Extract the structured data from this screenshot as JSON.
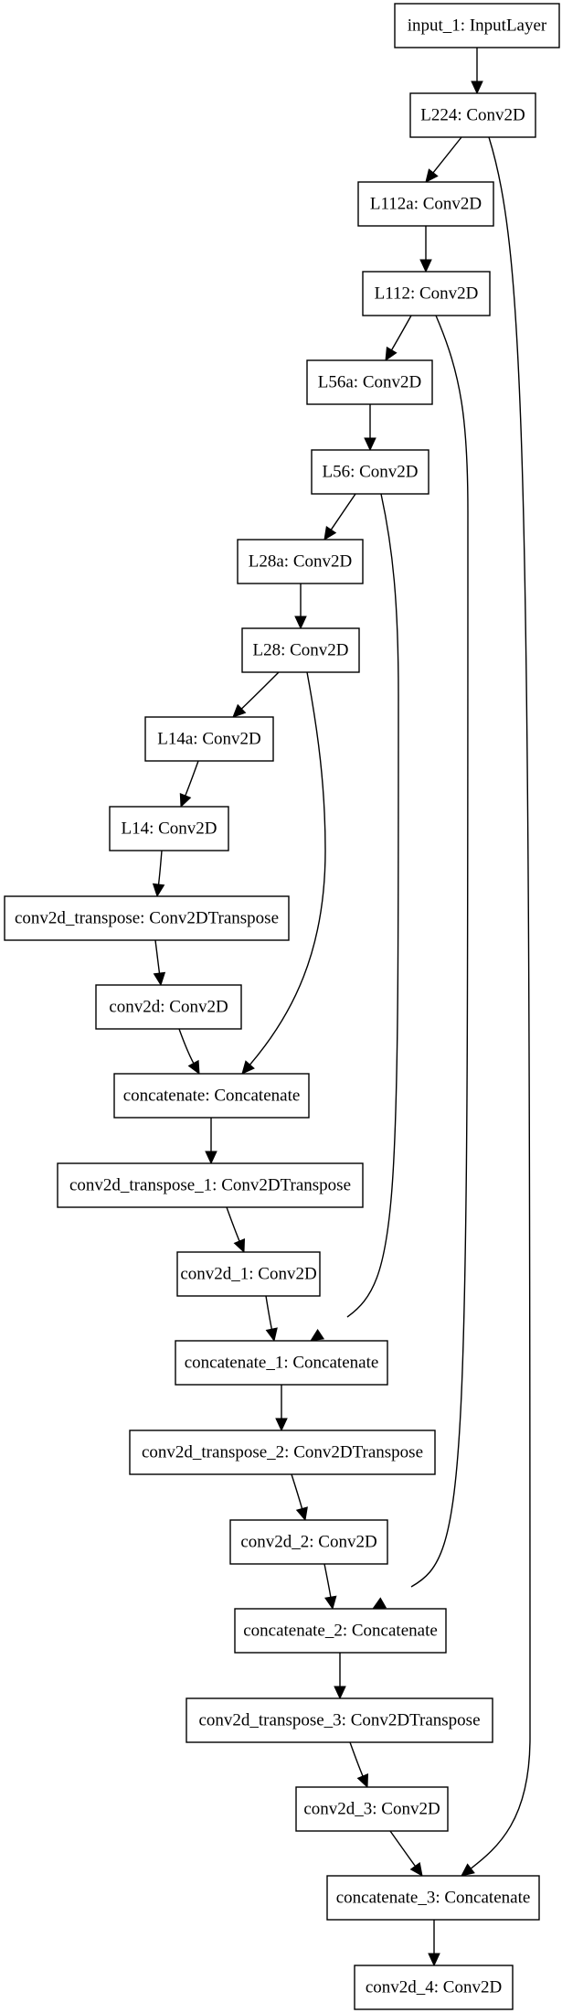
{
  "nodes": [
    {
      "id": "input_1",
      "label": "input_1: InputLayer"
    },
    {
      "id": "L224",
      "label": "L224: Conv2D"
    },
    {
      "id": "L112a",
      "label": "L112a: Conv2D"
    },
    {
      "id": "L112",
      "label": "L112: Conv2D"
    },
    {
      "id": "L56a",
      "label": "L56a: Conv2D"
    },
    {
      "id": "L56",
      "label": "L56: Conv2D"
    },
    {
      "id": "L28a",
      "label": "L28a: Conv2D"
    },
    {
      "id": "L28",
      "label": "L28: Conv2D"
    },
    {
      "id": "L14a",
      "label": "L14a: Conv2D"
    },
    {
      "id": "L14",
      "label": "L14: Conv2D"
    },
    {
      "id": "conv2d_transpose",
      "label": "conv2d_transpose: Conv2DTranspose"
    },
    {
      "id": "conv2d",
      "label": "conv2d: Conv2D"
    },
    {
      "id": "concatenate",
      "label": "concatenate: Concatenate"
    },
    {
      "id": "conv2d_transpose_1",
      "label": "conv2d_transpose_1: Conv2DTranspose"
    },
    {
      "id": "conv2d_1",
      "label": "conv2d_1: Conv2D"
    },
    {
      "id": "concatenate_1",
      "label": "concatenate_1: Concatenate"
    },
    {
      "id": "conv2d_transpose_2",
      "label": "conv2d_transpose_2: Conv2DTranspose"
    },
    {
      "id": "conv2d_2",
      "label": "conv2d_2: Conv2D"
    },
    {
      "id": "concatenate_2",
      "label": "concatenate_2: Concatenate"
    },
    {
      "id": "conv2d_transpose_3",
      "label": "conv2d_transpose_3: Conv2DTranspose"
    },
    {
      "id": "conv2d_3",
      "label": "conv2d_3: Conv2D"
    },
    {
      "id": "concatenate_3",
      "label": "concatenate_3: Concatenate"
    },
    {
      "id": "conv2d_4",
      "label": "conv2d_4: Conv2D"
    }
  ],
  "edges": [
    {
      "from": "input_1",
      "to": "L224"
    },
    {
      "from": "L224",
      "to": "L112a"
    },
    {
      "from": "L224",
      "to": "concatenate_3"
    },
    {
      "from": "L112a",
      "to": "L112"
    },
    {
      "from": "L112",
      "to": "L56a"
    },
    {
      "from": "L112",
      "to": "concatenate_2"
    },
    {
      "from": "L56a",
      "to": "L56"
    },
    {
      "from": "L56",
      "to": "L28a"
    },
    {
      "from": "L56",
      "to": "concatenate_1"
    },
    {
      "from": "L28a",
      "to": "L28"
    },
    {
      "from": "L28",
      "to": "L14a"
    },
    {
      "from": "L28",
      "to": "concatenate"
    },
    {
      "from": "L14a",
      "to": "L14"
    },
    {
      "from": "L14",
      "to": "conv2d_transpose"
    },
    {
      "from": "conv2d_transpose",
      "to": "conv2d"
    },
    {
      "from": "conv2d",
      "to": "concatenate"
    },
    {
      "from": "concatenate",
      "to": "conv2d_transpose_1"
    },
    {
      "from": "conv2d_transpose_1",
      "to": "conv2d_1"
    },
    {
      "from": "conv2d_1",
      "to": "concatenate_1"
    },
    {
      "from": "concatenate_1",
      "to": "conv2d_transpose_2"
    },
    {
      "from": "conv2d_transpose_2",
      "to": "conv2d_2"
    },
    {
      "from": "conv2d_2",
      "to": "concatenate_2"
    },
    {
      "from": "concatenate_2",
      "to": "conv2d_transpose_3"
    },
    {
      "from": "conv2d_transpose_3",
      "to": "conv2d_3"
    },
    {
      "from": "conv2d_3",
      "to": "concatenate_3"
    },
    {
      "from": "concatenate_3",
      "to": "conv2d_4"
    }
  ]
}
